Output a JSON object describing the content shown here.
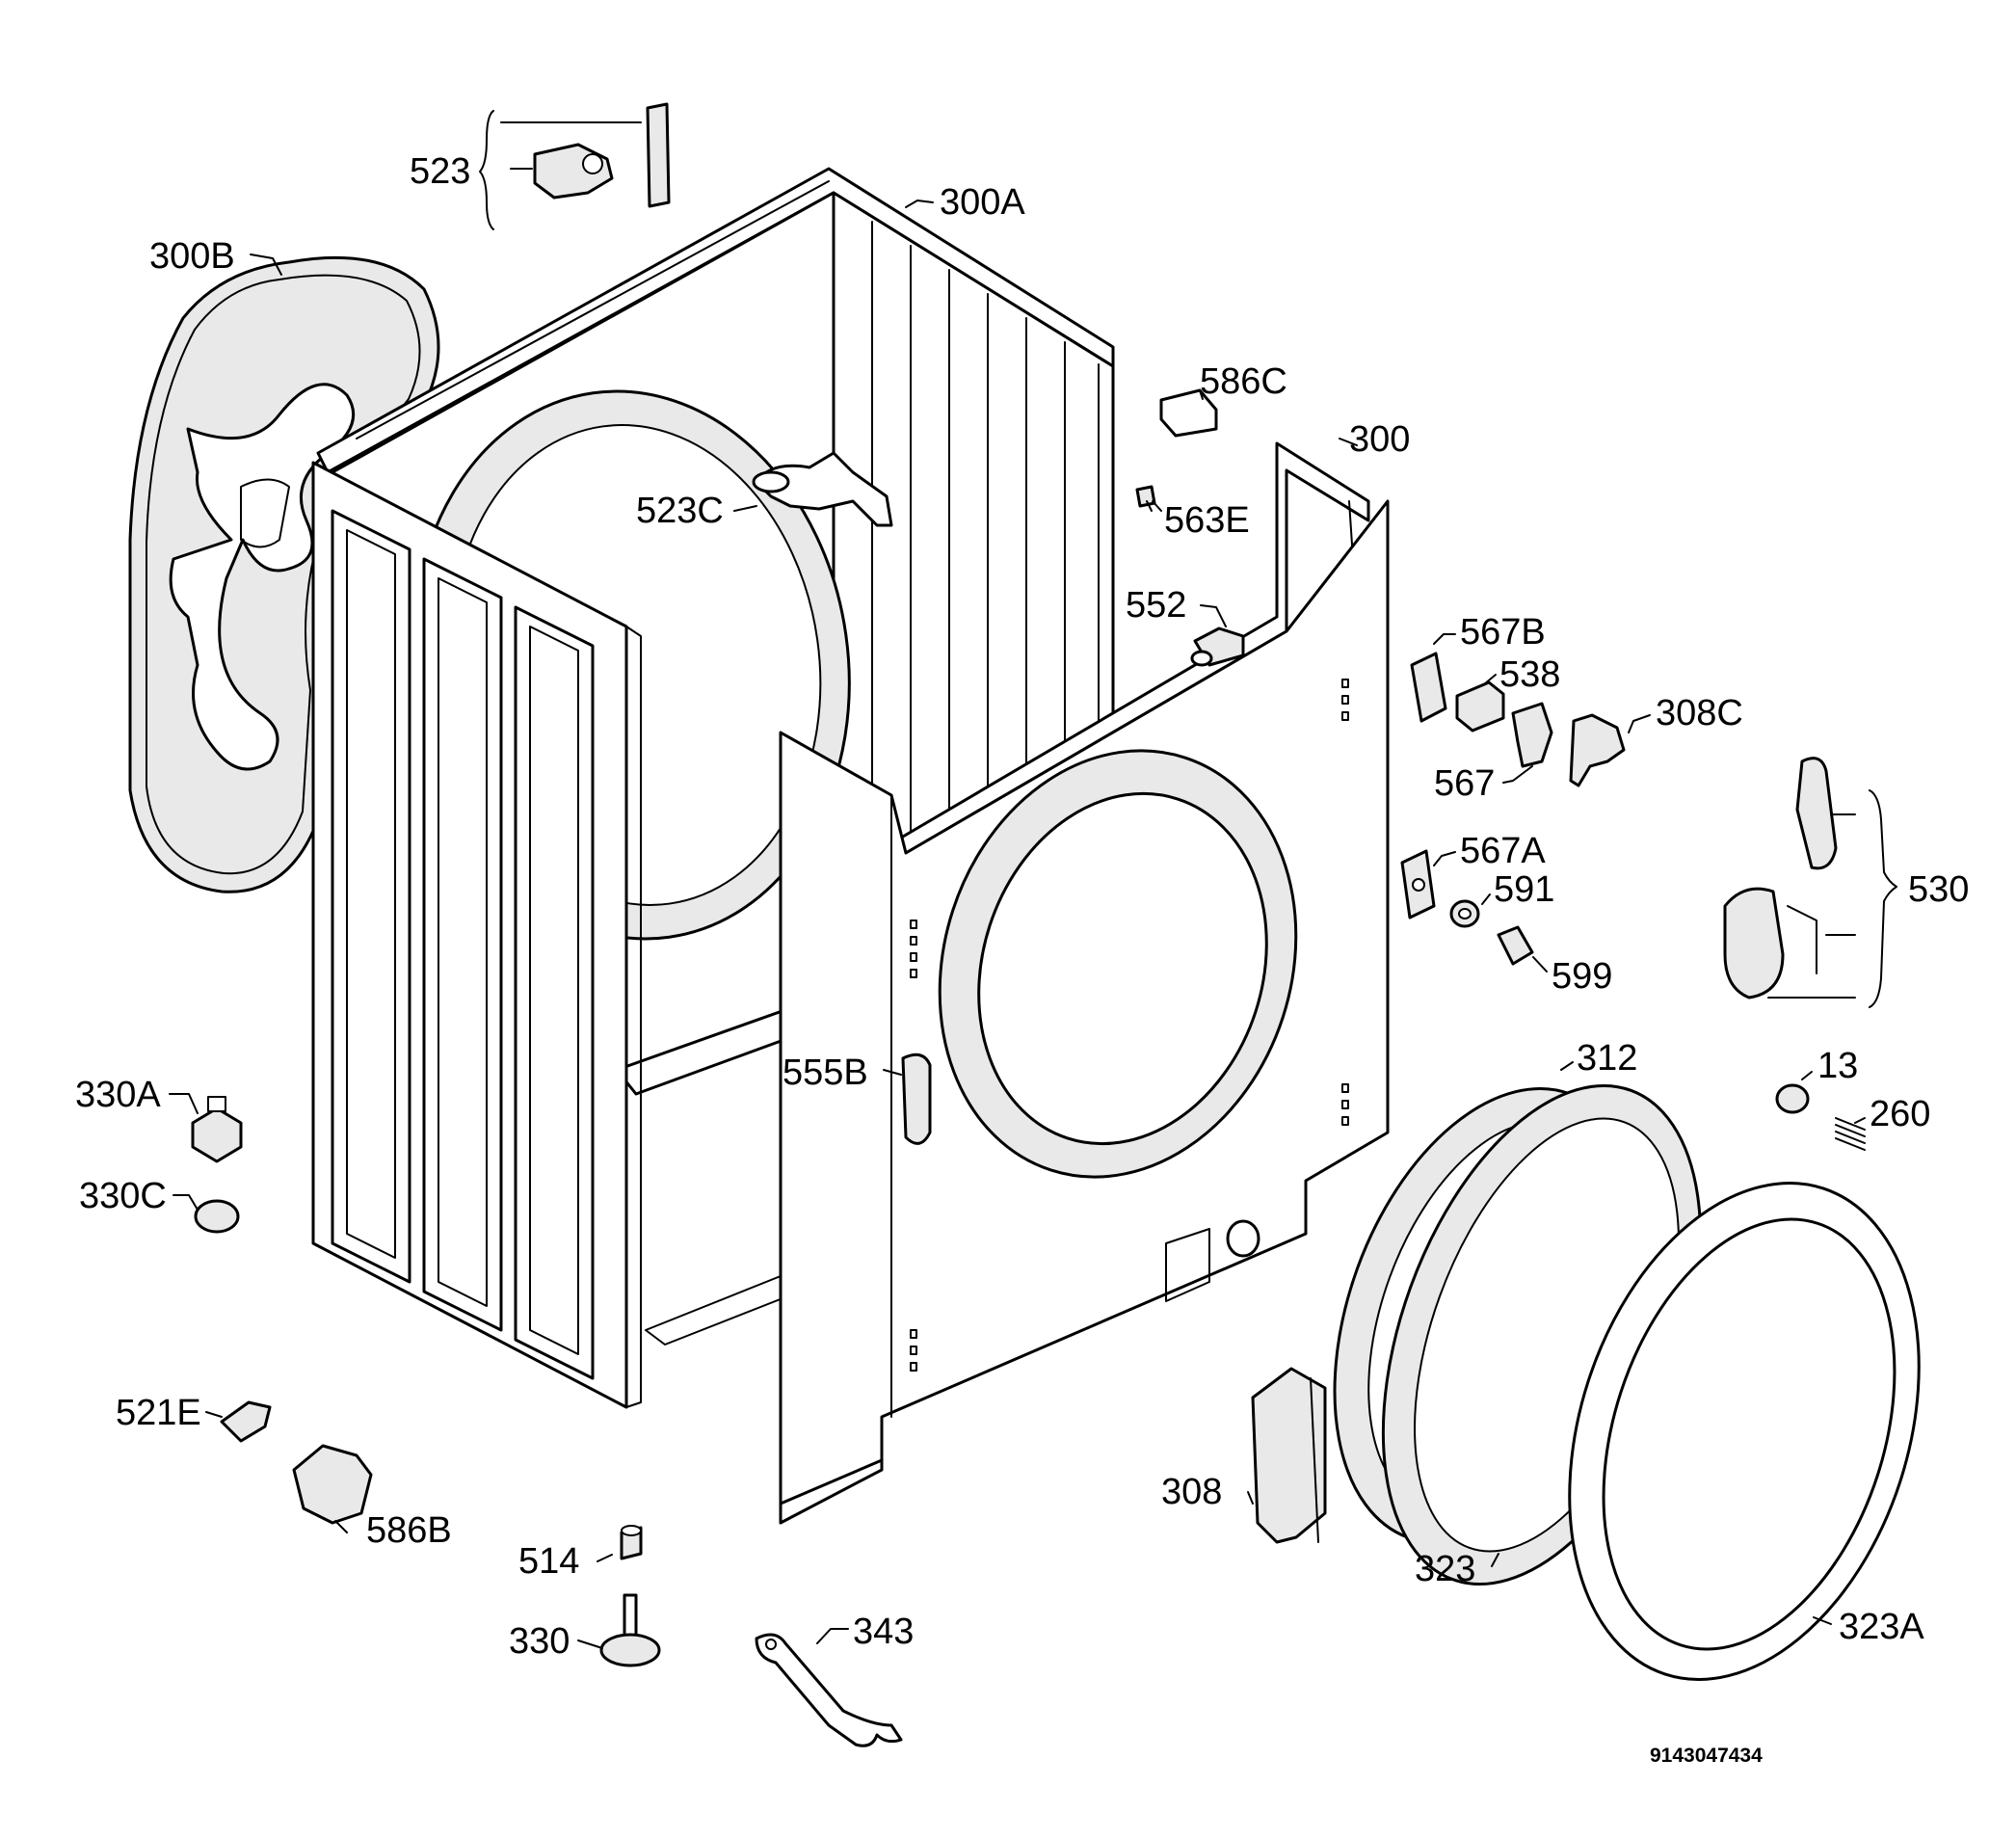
{
  "diagram": {
    "document_number": "9143047434",
    "callouts": [
      {
        "id": "523",
        "text": "523"
      },
      {
        "id": "300A",
        "text": "300A"
      },
      {
        "id": "300B",
        "text": "300B"
      },
      {
        "id": "586C",
        "text": "586C"
      },
      {
        "id": "300",
        "text": "300"
      },
      {
        "id": "523C",
        "text": "523C"
      },
      {
        "id": "563E",
        "text": "563E"
      },
      {
        "id": "552",
        "text": "552"
      },
      {
        "id": "567B",
        "text": "567B"
      },
      {
        "id": "538",
        "text": "538"
      },
      {
        "id": "308C",
        "text": "308C"
      },
      {
        "id": "567",
        "text": "567"
      },
      {
        "id": "567A",
        "text": "567A"
      },
      {
        "id": "591",
        "text": "591"
      },
      {
        "id": "530",
        "text": "530"
      },
      {
        "id": "599",
        "text": "599"
      },
      {
        "id": "312",
        "text": "312"
      },
      {
        "id": "555B",
        "text": "555B"
      },
      {
        "id": "13",
        "text": "13"
      },
      {
        "id": "260",
        "text": "260"
      },
      {
        "id": "330A",
        "text": "330A"
      },
      {
        "id": "330C",
        "text": "330C"
      },
      {
        "id": "521E",
        "text": "521E"
      },
      {
        "id": "586B",
        "text": "586B"
      },
      {
        "id": "308",
        "text": "308"
      },
      {
        "id": "323",
        "text": "323"
      },
      {
        "id": "323A",
        "text": "323A"
      },
      {
        "id": "514",
        "text": "514"
      },
      {
        "id": "330",
        "text": "330"
      },
      {
        "id": "343",
        "text": "343"
      }
    ]
  }
}
